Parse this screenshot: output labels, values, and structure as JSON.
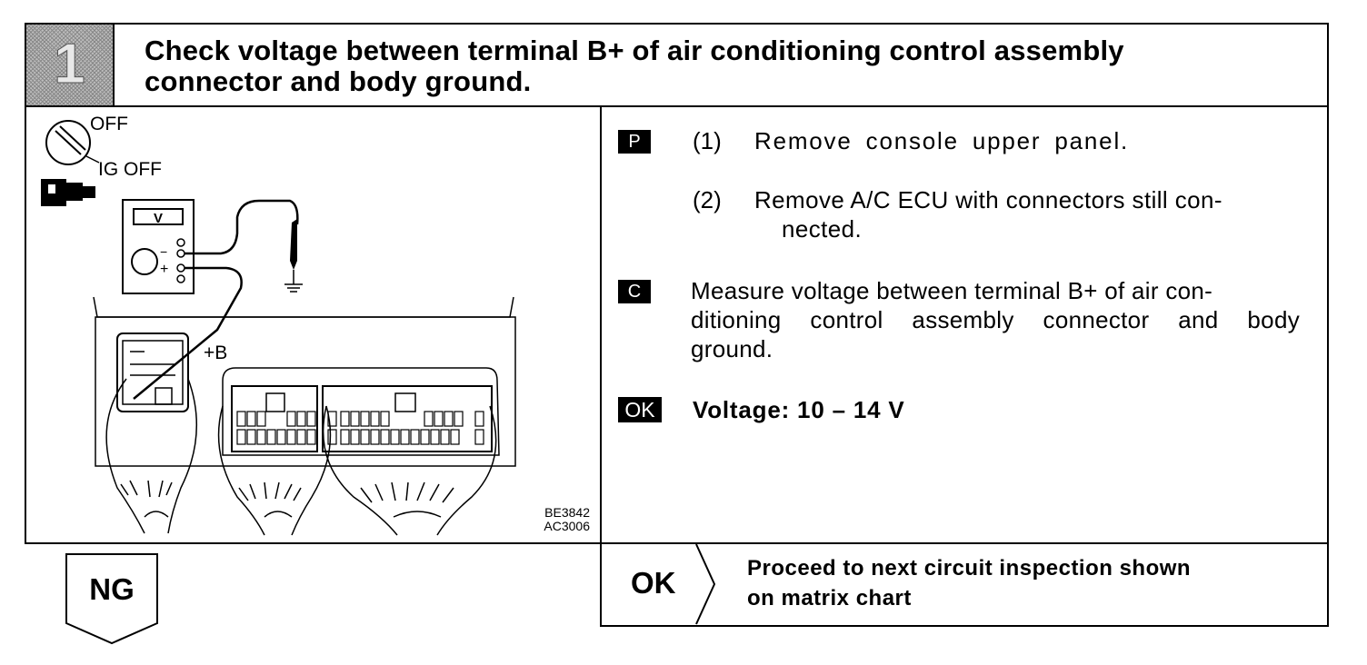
{
  "header": {
    "step_number": "1",
    "title_line1": "Check voltage between terminal B+ of air conditioning control assembly",
    "title_line2": "connector and body ground."
  },
  "diagram": {
    "label_off": "OFF",
    "label_ig_off": "IG OFF",
    "meter_label": "V",
    "minus_label": "−",
    "plus_label": "+",
    "terminal_label": "+B",
    "code1": "BE3842",
    "code2": "AC3006"
  },
  "steps": {
    "p_tag": "P",
    "c_tag": "C",
    "ok_tag": "OK",
    "step1_num": "(1)",
    "step1_text": "Remove console upper panel.",
    "step2_num": "(2)",
    "step2_line1": "Remove A/C ECU with connectors still con-",
    "step2_line2": "nected.",
    "measure_line1": "Measure voltage between terminal B+ of air con-",
    "measure_line2": "ditioning control assembly connector and body",
    "measure_line3": "ground.",
    "spec": "Voltage: 10 – 14 V"
  },
  "result": {
    "ng_label": "NG",
    "ok_label": "OK",
    "ok_line1": "Proceed to next circuit inspection shown",
    "ok_line2": "on matrix chart"
  }
}
